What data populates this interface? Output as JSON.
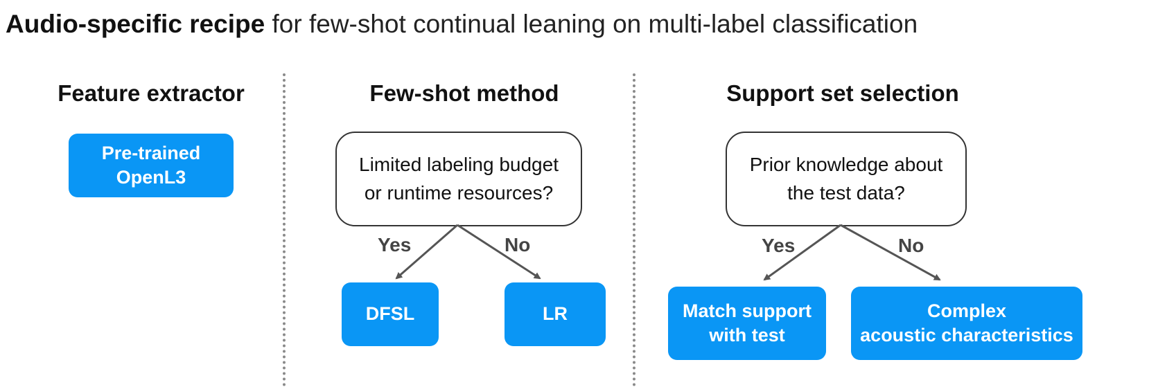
{
  "title": {
    "bold": "Audio-specific recipe",
    "rest": " for few-shot continual leaning on multi-label classification"
  },
  "columns": {
    "feature": {
      "heading": "Feature extractor",
      "box_line1": "Pre-trained",
      "box_line2": "OpenL3"
    },
    "fewshot": {
      "heading": "Few-shot method",
      "question_line1": "Limited labeling budget",
      "question_line2": "or runtime resources?",
      "yes_label": "Yes",
      "no_label": "No",
      "yes_result": "DFSL",
      "no_result": "LR"
    },
    "support": {
      "heading": "Support set selection",
      "question_line1": "Prior knowledge about",
      "question_line2": "the test data?",
      "yes_label": "Yes",
      "no_label": "No",
      "yes_result_line1": "Match support",
      "yes_result_line2": "with test",
      "no_result_line1": "Complex",
      "no_result_line2": "acoustic characteristics"
    }
  },
  "colors": {
    "accent_blue": "#0a96f5",
    "arrow": "#555555",
    "divider": "#8a8a8a"
  }
}
